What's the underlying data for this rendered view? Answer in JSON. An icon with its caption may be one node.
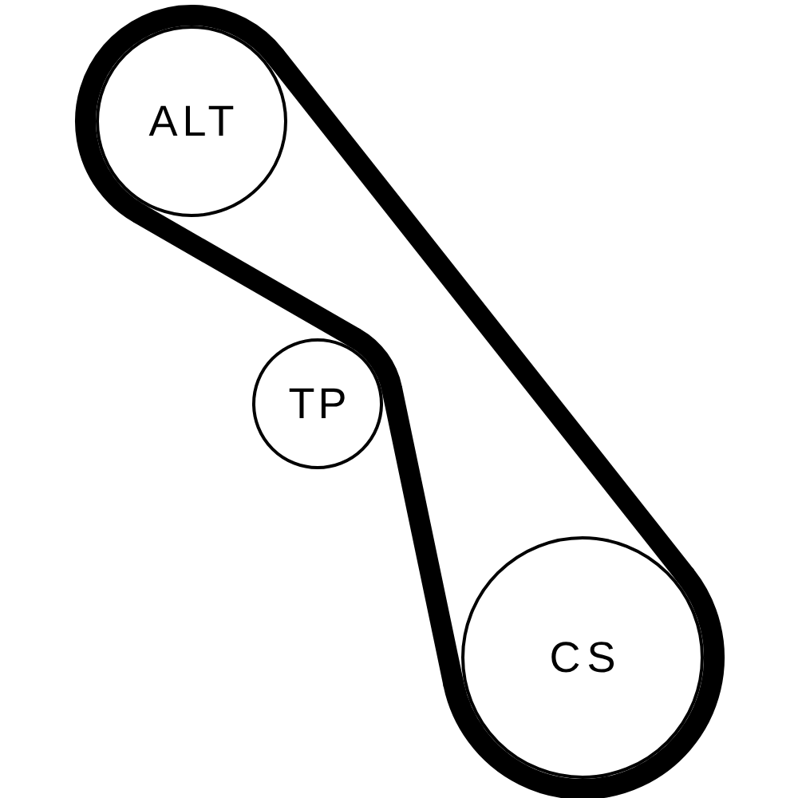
{
  "diagram": {
    "nodes": [
      {
        "text": [
          "ALT"
        ]
      },
      {
        "text": [
          "TP"
        ]
      },
      {
        "text": [
          "CS"
        ]
      }
    ],
    "edges": [
      {
        "from": 0,
        "to": 2,
        "arrow": "none"
      },
      {
        "from": 2,
        "to": 1,
        "arrow": "none"
      },
      {
        "from": 1,
        "to": 0,
        "arrow": "none"
      }
    ]
  }
}
